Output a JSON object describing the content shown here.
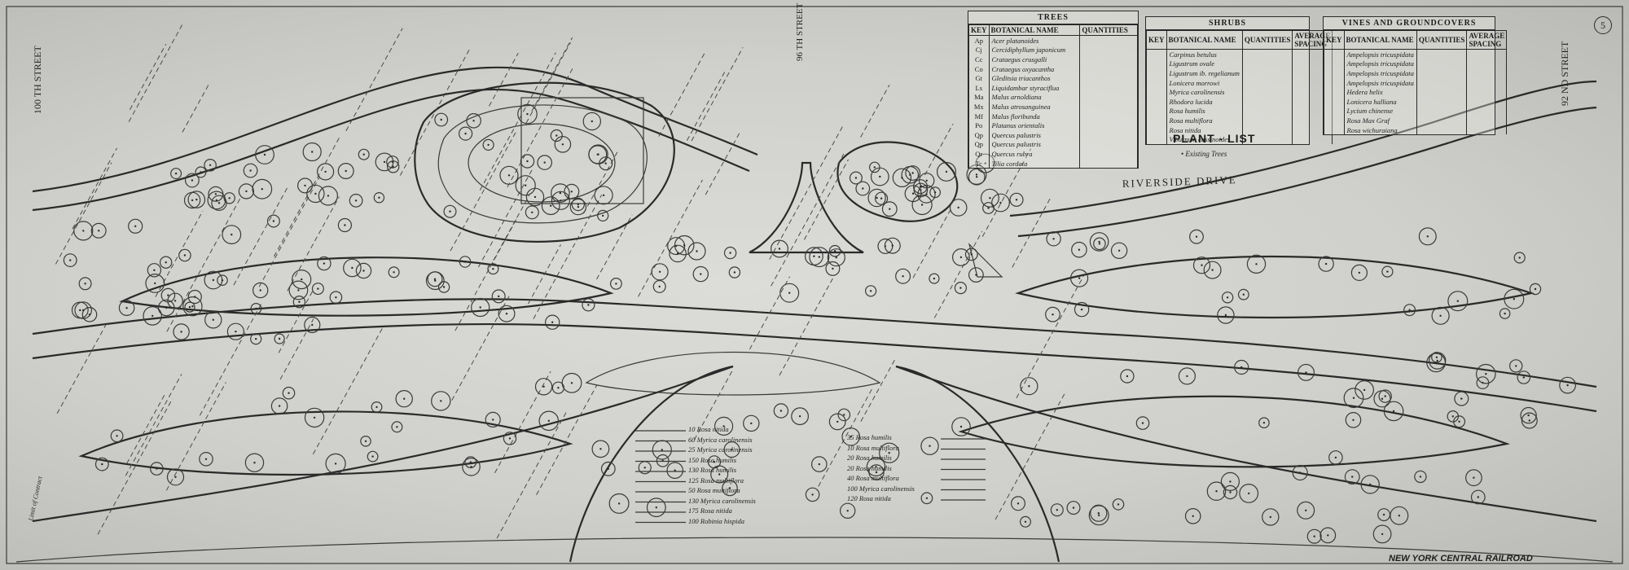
{
  "labels": {
    "street_100": "100 TH STREET",
    "street_96": "96 TH STREET",
    "street_92": "92 ND STREET",
    "riverside": "RIVERSIDE DRIVE",
    "plant_list": "PLANT - LIST",
    "existing_trees": "• Existing Trees",
    "railroad": "NEW YORK CENTRAL RAILROAD",
    "sheet_number": "5",
    "limit": "Limit of Contract"
  },
  "trees": {
    "title": "TREES",
    "headers": [
      "KEY",
      "BOTANICAL NAME",
      "QUANTITIES"
    ],
    "rows": [
      {
        "key": "Ap",
        "name": "Acer platanoides"
      },
      {
        "key": "Cj",
        "name": "Cercidiphyllum japonicum"
      },
      {
        "key": "Cc",
        "name": "Crataegus crusgalli"
      },
      {
        "key": "Co",
        "name": "Crataegus oxyacantha"
      },
      {
        "key": "Gt",
        "name": "Gleditsia triacanthos"
      },
      {
        "key": "Ls",
        "name": "Liquidambar styraciflua"
      },
      {
        "key": "Ma",
        "name": "Malus arnoldiana"
      },
      {
        "key": "Mx",
        "name": "Malus atrosanguinea"
      },
      {
        "key": "Mf",
        "name": "Malus floribunda"
      },
      {
        "key": "Po",
        "name": "Platanus orientalis"
      },
      {
        "key": "Qp",
        "name": "Quercus palustris"
      },
      {
        "key": "Qp",
        "name": "Quercus palustris"
      },
      {
        "key": "Qr",
        "name": "Quercus rubra"
      },
      {
        "key": "Tc",
        "name": "Tilia cordata"
      }
    ]
  },
  "shrubs": {
    "title": "SHRUBS",
    "headers": [
      "KEY",
      "BOTANICAL NAME",
      "QUANTITIES",
      "AVERAGE SPACING"
    ],
    "rows": [
      {
        "name": "Carpinus betulus"
      },
      {
        "name": "Ligustrum ovale"
      },
      {
        "name": "Ligustrum ib. regelianum"
      },
      {
        "name": "Lonicera morrowi"
      },
      {
        "name": "Myrica carolinensis"
      },
      {
        "name": "Rhodora lucida"
      },
      {
        "name": "Rosa humilis"
      },
      {
        "name": "Rosa multiflora"
      },
      {
        "name": "Rosa nitida"
      },
      {
        "name": "Viburnum cassinoides"
      }
    ]
  },
  "vines": {
    "title": "VINES AND GROUNDCOVERS",
    "headers": [
      "KEY",
      "BOTANICAL NAME",
      "QUANTITIES",
      "AVERAGE SPACING"
    ],
    "rows": [
      {
        "name": "Ampelopsis tricuspidata"
      },
      {
        "name": "Ampelopsis tricuspidata"
      },
      {
        "name": "Ampelopsis tricuspidata"
      },
      {
        "name": "Ampelopsis tricuspidata"
      },
      {
        "name": "Hedera helix"
      },
      {
        "name": "Lonicera halliana"
      },
      {
        "name": "Lycium chinense"
      },
      {
        "name": "Rosa Max Graf"
      },
      {
        "name": "Rosa wichuraiana"
      }
    ]
  },
  "callouts_left": [
    "10 Rosa nitida",
    "60 Myrica carolinensis",
    "25 Myrica carolinensis",
    "150 Rosa humilis",
    "130 Rosa humilis",
    "125 Rosa multiflora",
    "50 Rosa multiflora",
    "130 Myrica carolinensis",
    "175 Rosa nitida",
    "100 Robinia hispida"
  ],
  "callouts_right": [
    "35 Rosa humilis",
    "10 Rosa multiflora",
    "20 Rosa humilis",
    "20 Rosa humilis",
    "40 Rosa multiflora",
    "100 Myrica carolinensis",
    "120 Rosa nitida"
  ]
}
